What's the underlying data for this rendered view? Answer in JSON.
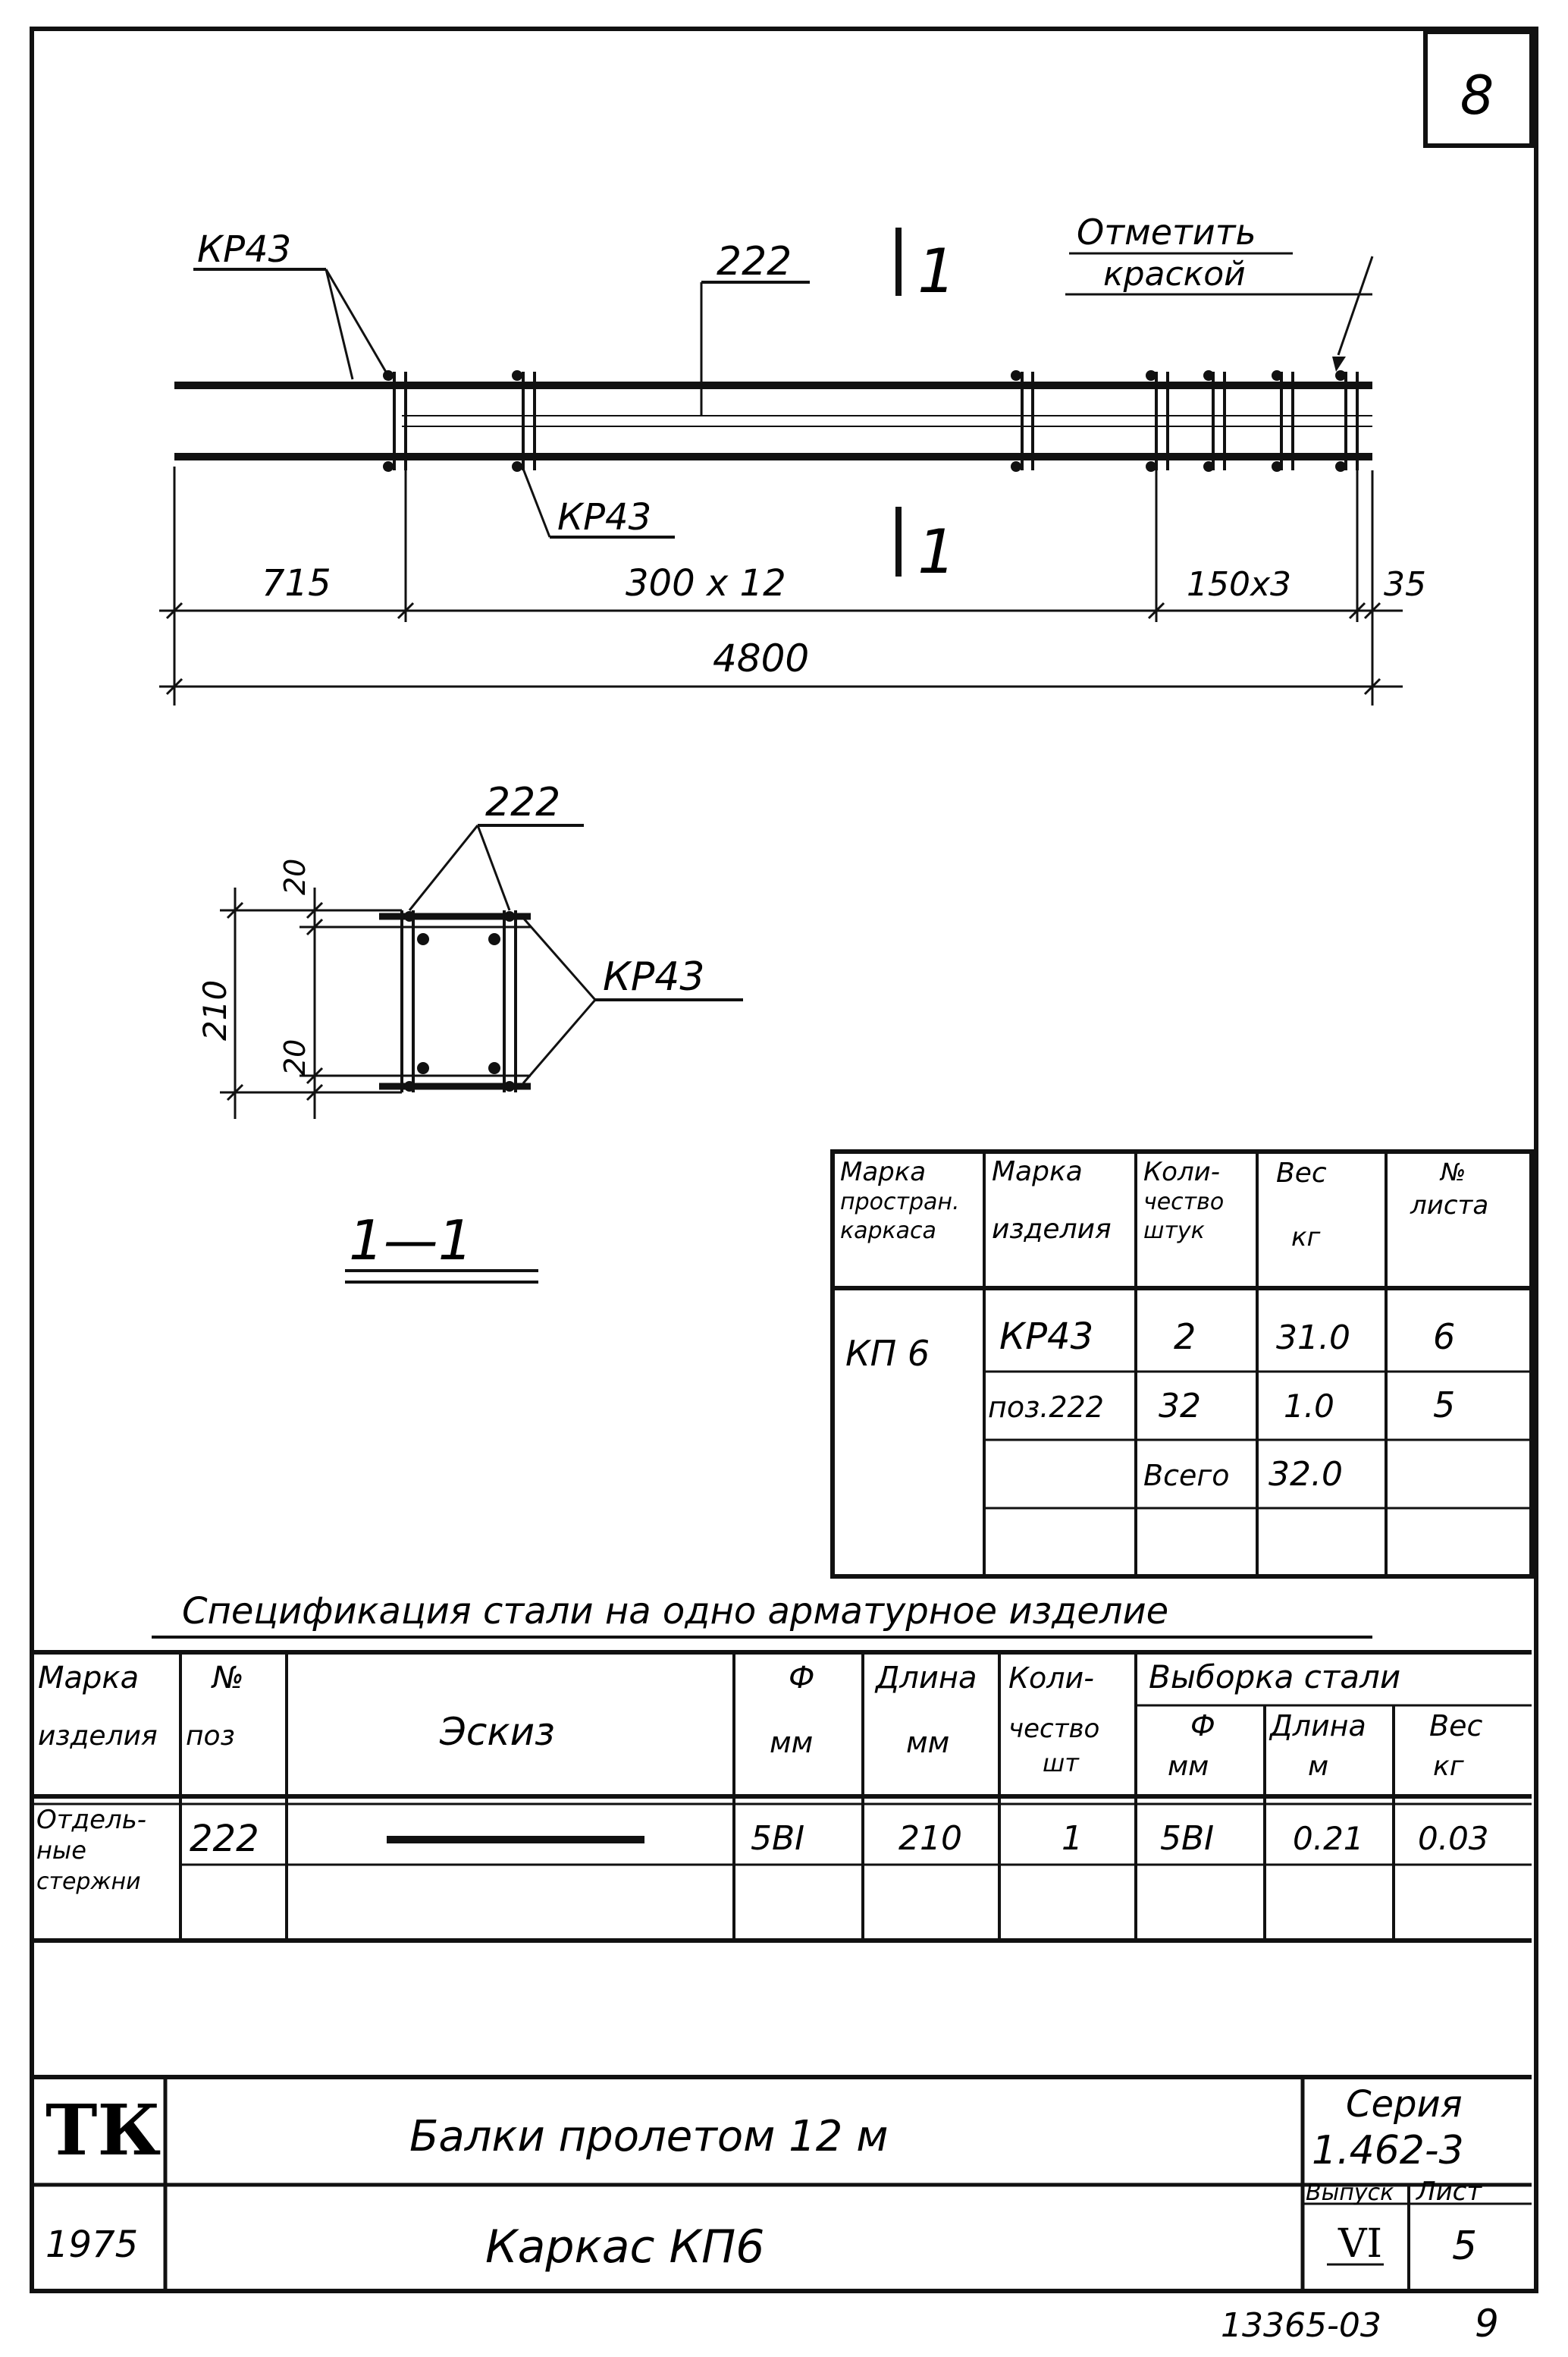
{
  "sheet": {
    "number": "8",
    "bottom_note": "13365-03",
    "bottom_page": "9"
  },
  "elevation": {
    "label_kr43_top": "КР43",
    "label_222": "222",
    "section_mark": "1",
    "note_line1": "Отметить",
    "note_line2": "краской",
    "label_kr43_bottom": "КР43",
    "dim_left": "715",
    "dim_mid": "300 x 12",
    "dim_right": "150x3",
    "dim_end": "35",
    "dim_total": "4800"
  },
  "section": {
    "label_222": "222",
    "label_kr43": "КР43",
    "dim_top": "20",
    "dim_height": "210",
    "dim_bottom": "20",
    "title": "1—1"
  },
  "frame_table": {
    "headers": [
      "Марка простран. каркаса",
      "Марка изделия",
      "Коли-чество штук",
      "Вес кг",
      "№ листа"
    ],
    "header_lines": [
      [
        "Марка",
        "простран.",
        "каркаса"
      ],
      [
        "Марка",
        "",
        "изделия"
      ],
      [
        "Коли-",
        "чество",
        "штук"
      ],
      [
        "Вес",
        "",
        "кг"
      ],
      [
        "№",
        "",
        "листа"
      ]
    ],
    "frame_mark": "КП 6",
    "rows": [
      [
        "КР43",
        "2",
        "31.0",
        "6"
      ],
      [
        "поз.222",
        "32",
        "1.0",
        "5"
      ],
      [
        "",
        "Всего",
        "32.0",
        ""
      ]
    ]
  },
  "spec_table": {
    "title": "Спецификация стали на одно арматурное изделие",
    "headers": {
      "mark": [
        "Марка",
        "изделия"
      ],
      "pos": [
        "№",
        "поз"
      ],
      "sketch": "Эскиз",
      "dia": [
        "Ф",
        "мм"
      ],
      "length": [
        "Длина",
        "мм"
      ],
      "qty": [
        "Коли-",
        "чество",
        "шт"
      ],
      "selection": "Выборка стали",
      "sel_dia": [
        "Ф",
        "мм"
      ],
      "sel_len": [
        "Длина",
        "м"
      ],
      "sel_weight": [
        "Вес",
        "кг"
      ]
    },
    "row": {
      "mark": [
        "Отдель-",
        "ные",
        "стержни"
      ],
      "pos": "222",
      "dia": "5ВI",
      "length": "210",
      "qty": "1",
      "sel_dia": "5ВI",
      "sel_len": "0.21",
      "sel_weight": "0.03"
    }
  },
  "title_block": {
    "logo": "ТК",
    "year": "1975",
    "title1": "Балки пролетом 12 м",
    "title2": "Каркас КП6",
    "series_label": "Серия",
    "series": "1.462-3",
    "issue_label": "Выпуск",
    "issue": "VI",
    "sheet_label": "Лист",
    "sheet": "5"
  }
}
